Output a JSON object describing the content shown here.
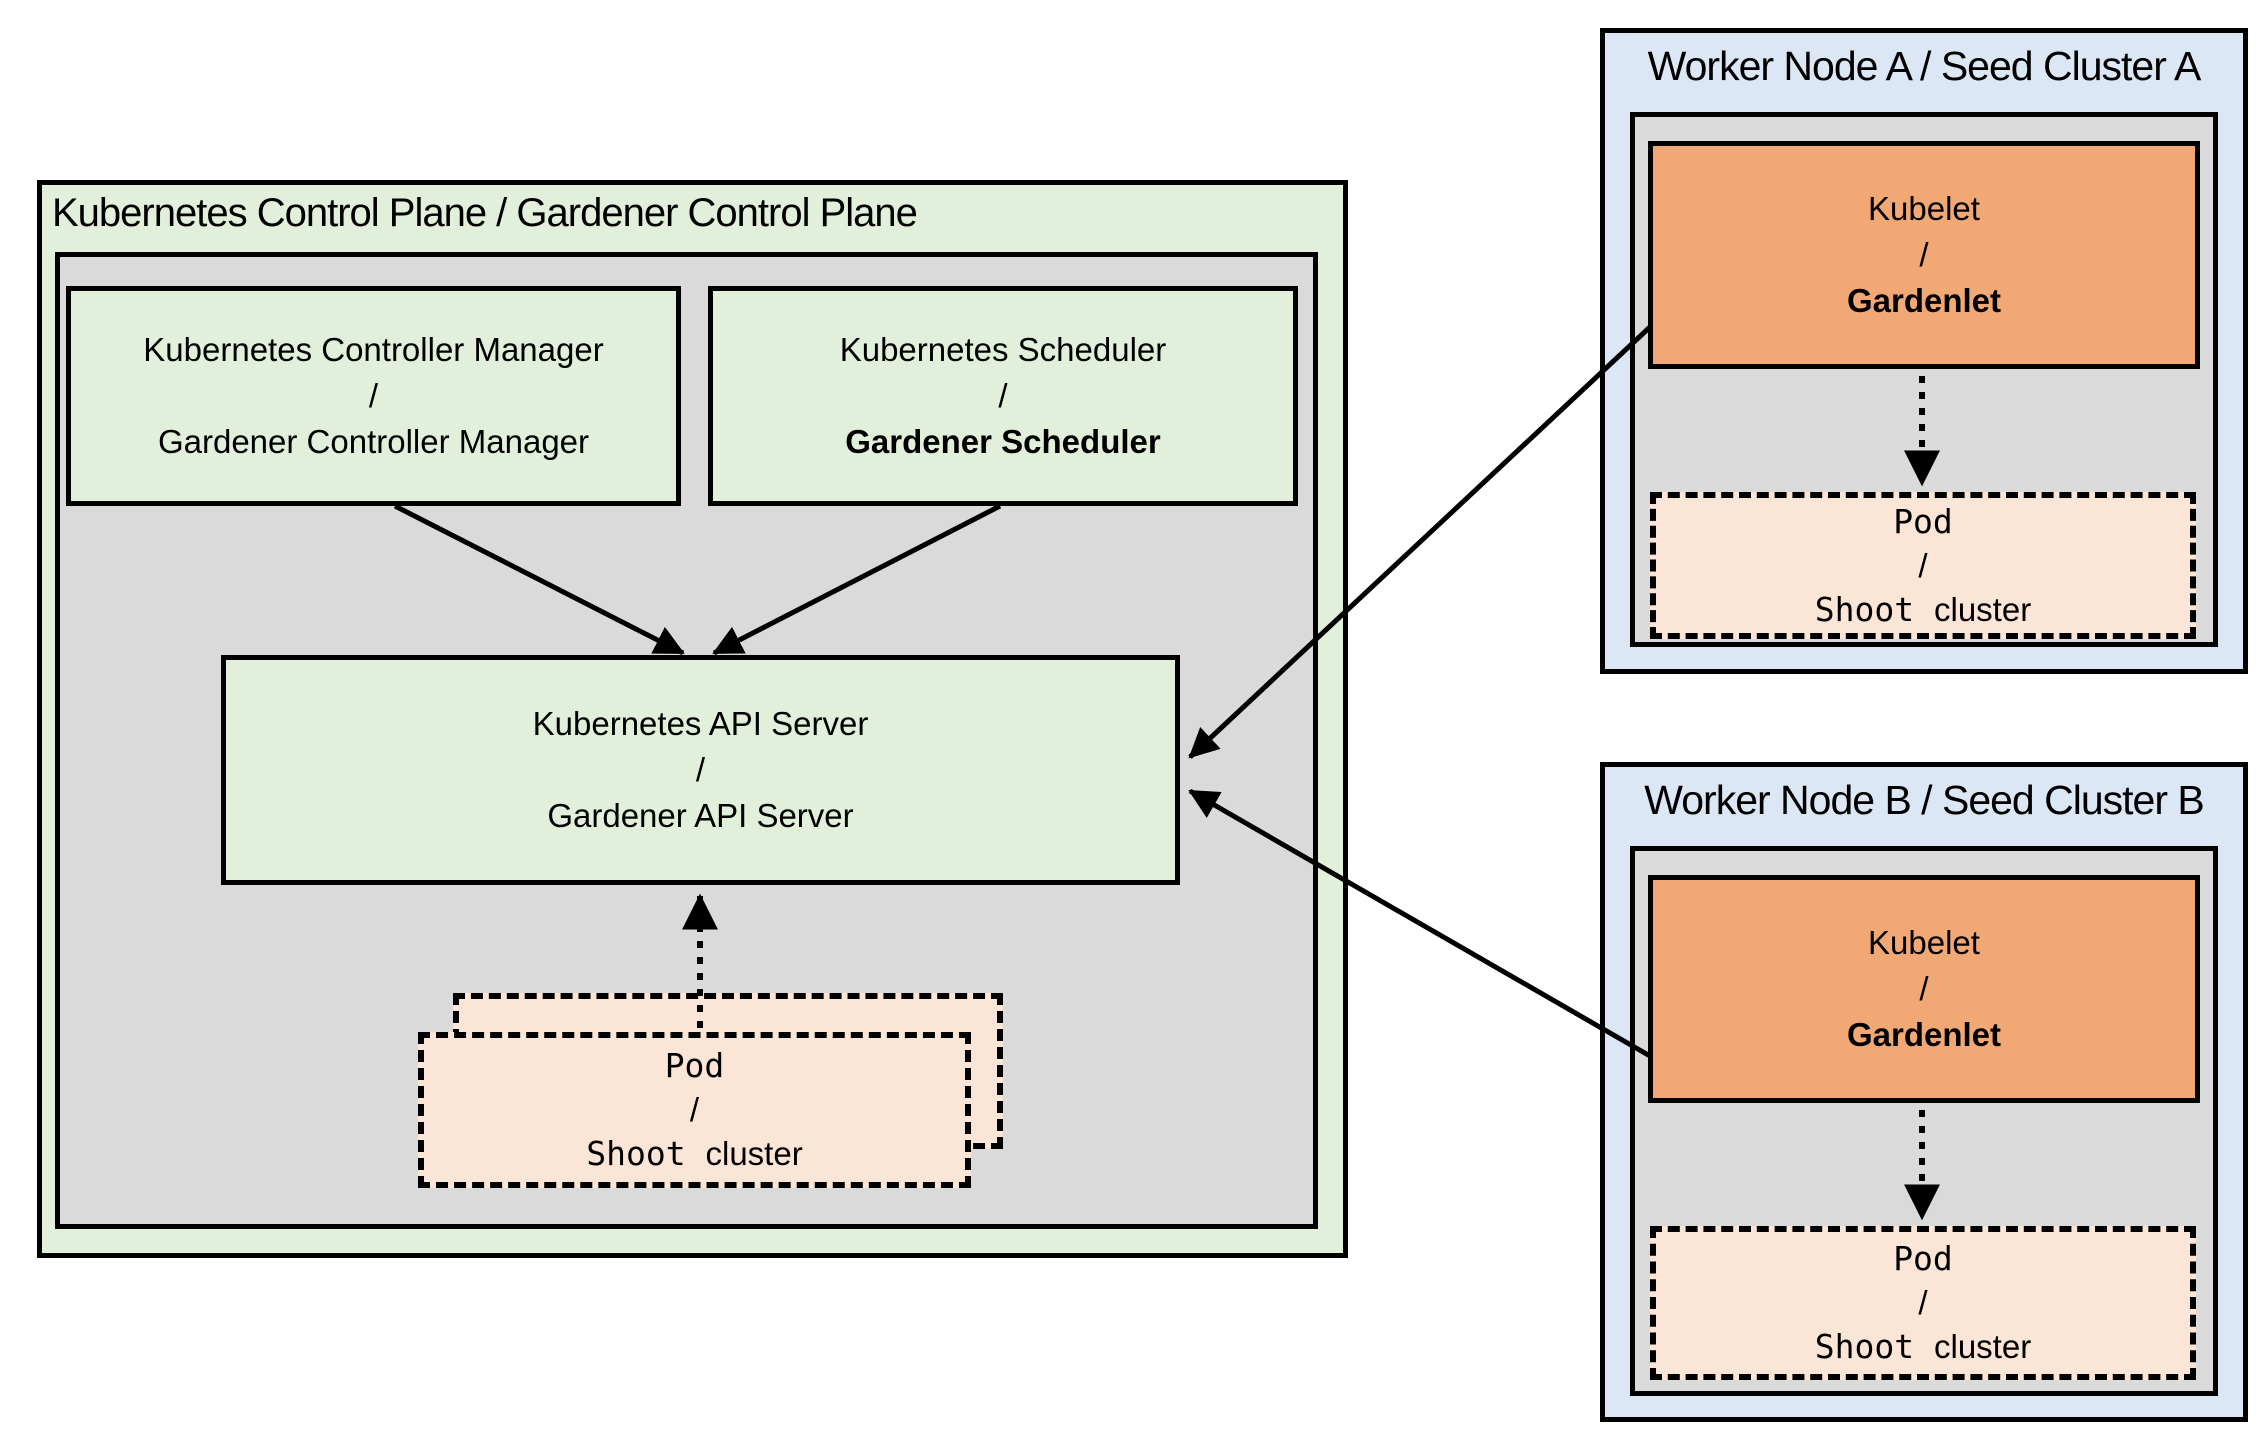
{
  "colors": {
    "light_green": "#e2efda",
    "light_gray": "#dadada",
    "light_blue": "#dbe7f4",
    "orange": "#f2a875",
    "peach": "#fbe5d6",
    "line": "#000000"
  },
  "control_plane": {
    "title": "Kubernetes Control Plane / Gardener Control Plane",
    "controller_manager": {
      "line1": "Kubernetes Controller Manager",
      "separator": "/",
      "line2": "Gardener Controller Manager"
    },
    "scheduler": {
      "line1": "Kubernetes Scheduler",
      "separator": "/",
      "line2": "Gardener Scheduler"
    },
    "api_server": {
      "line1": "Kubernetes API Server",
      "separator": "/",
      "line2": "Gardener API Server"
    },
    "pod_stack": {
      "line1": "Pod",
      "separator": "/",
      "line3_mono": "Shoot",
      "line3_regular": "cluster"
    }
  },
  "workers": [
    {
      "title": "Worker Node A / Seed Cluster A",
      "kubelet": {
        "line1": "Kubelet",
        "separator": "/",
        "line2": "Gardenlet"
      },
      "pod": {
        "line1": "Pod",
        "separator": "/",
        "line3_mono": "Shoot",
        "line3_regular": "cluster"
      }
    },
    {
      "title": "Worker Node B / Seed Cluster B",
      "kubelet": {
        "line1": "Kubelet",
        "separator": "/",
        "line2": "Gardenlet"
      },
      "pod": {
        "line1": "Pod",
        "separator": "/",
        "line3_mono": "Shoot",
        "line3_regular": "cluster"
      }
    }
  ]
}
